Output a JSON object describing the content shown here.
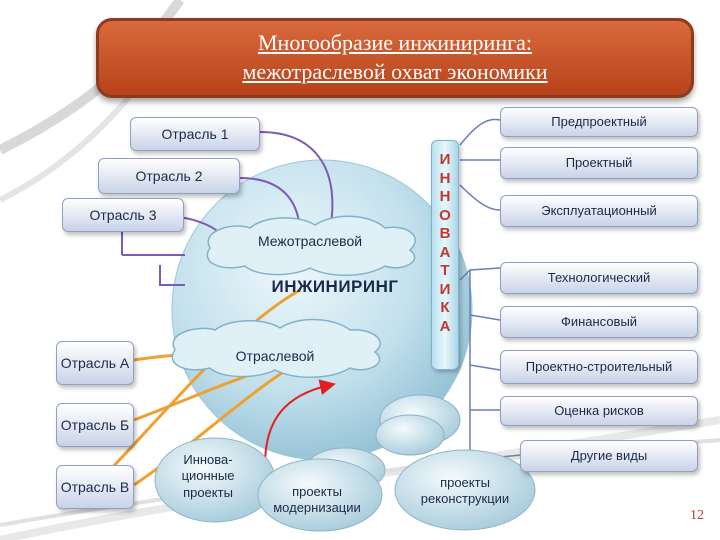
{
  "title": {
    "line1": "Многообразие инжиниринга:",
    "line2": "межотраслевой охват экономики"
  },
  "industries": {
    "top": [
      "Отрасль 1",
      "Отрасль 2",
      "Отрасль 3"
    ],
    "left": [
      "Отрасль А",
      "Отрасль Б",
      "Отрасль В"
    ]
  },
  "clouds": {
    "intersectoral": "Межотраслевой",
    "sectoral": "Отраслевой"
  },
  "core": "ИНЖИНИРИНГ",
  "innovation_letters": [
    "И",
    "Н",
    "Н",
    "О",
    "В",
    "А",
    "Т",
    "И",
    "К",
    "А"
  ],
  "types": [
    "Предпроектный",
    "Проектный",
    "Эксплуатационный",
    "Технологический",
    "Финансовый",
    "Проектно-строительный",
    "Оценка рисков",
    "Другие виды"
  ],
  "projects": {
    "innovation": "Иннова-ционные проекты",
    "modernization": "проекты модернизации",
    "reconstruction": "проекты реконструкции"
  },
  "slide_number": "12",
  "colors": {
    "title_bg": "#c4522a",
    "label_bg": "#c9d3e8",
    "sphere": "#b7d8e6",
    "innovation_text": "#c0392b",
    "arrow_red": "#e02020",
    "connector_purple": "#7d5ab8",
    "connector_orange": "#f0a030"
  }
}
